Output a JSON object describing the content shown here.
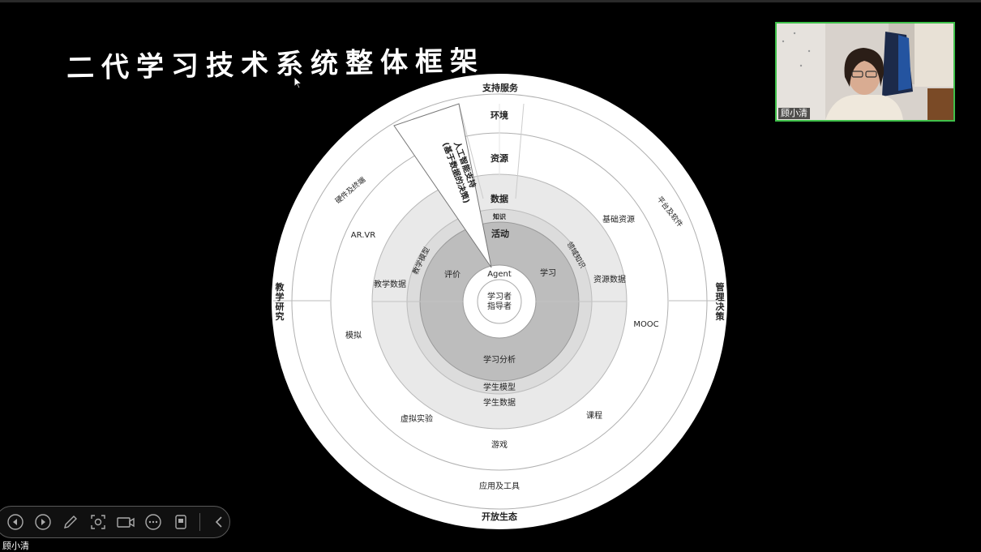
{
  "slide": {
    "title": "二代学习技术系统整体框架"
  },
  "diagram": {
    "outer_labels": {
      "top": "支持服务",
      "bottom": "开放生态",
      "left": "教学研究",
      "right": "管理决策"
    },
    "ring_labels": {
      "environment": "环境",
      "resources": "资源",
      "data": "数据",
      "knowledge": "知识",
      "activity": "活动",
      "hardware": "硬件及终端",
      "platform": "平台及软件",
      "ar_vr": "AR.VR",
      "simulation": "模拟",
      "virtual_experiment": "虚拟实验",
      "game": "游戏",
      "course": "课程",
      "mooc": "MOOC",
      "basic_resources": "基础资源",
      "resource_data": "资源数据",
      "domain_knowledge": "领域知识",
      "teaching_model": "教学模型",
      "teaching_data": "教学数据",
      "evaluation": "评价",
      "learning": "学习",
      "learning_analysis": "学习分析",
      "student_model": "学生模型",
      "student_data": "学生数据",
      "apps_tools": "应用及工具",
      "agent": "Agent",
      "learner": "学习者",
      "instructor": "指导者"
    },
    "ai_wedge": {
      "line1": "人工智能支持",
      "line2": "(基于数据的决策)"
    }
  },
  "video": {
    "participant_name": "顾小清"
  },
  "toolbar": {
    "buttons": [
      "previous",
      "next",
      "pen",
      "screenshot",
      "camera",
      "more",
      "page",
      "collapse"
    ]
  },
  "footer": {
    "presenter_name": "顾小清"
  }
}
